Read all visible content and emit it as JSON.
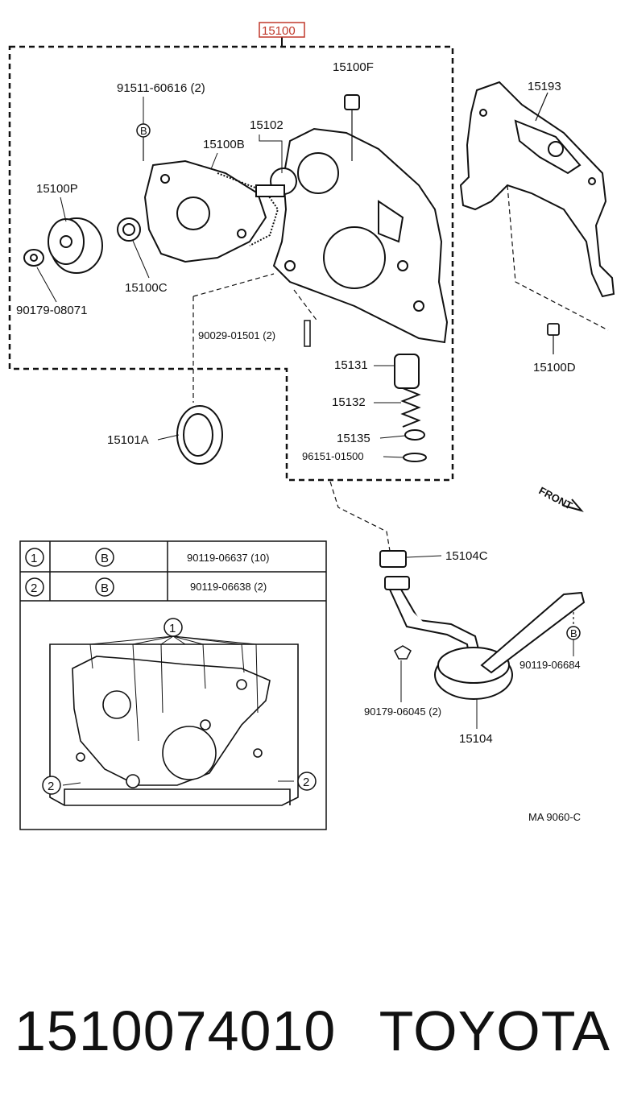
{
  "labels": {
    "main_assembly": "15100",
    "bolt_top": "91511-60616 (2)",
    "part_15100F": "15100F",
    "part_15193": "15193",
    "part_15102": "15102",
    "part_15100B": "15100B",
    "part_15100P": "15100P",
    "part_90179_08071": "90179-08071",
    "part_15100C": "15100C",
    "part_90029": "90029-01501 (2)",
    "part_15100D": "15100D",
    "part_15131": "15131",
    "part_15132": "15132",
    "part_15101A": "15101A",
    "part_15135": "15135",
    "part_96151": "96151-01500",
    "front": "FRONT",
    "part_15104C": "15104C",
    "part_90119_06684": "90119-06684",
    "part_90179_06045": "90179-06045 (2)",
    "part_15104": "15104",
    "code": "MA 9060-C"
  },
  "table": {
    "rows": [
      {
        "num": "1",
        "mark": "B",
        "part": "90119-06637 (10)"
      },
      {
        "num": "2",
        "mark": "B",
        "part": "90119-06638 (2)"
      }
    ]
  },
  "callouts": {
    "one": "1",
    "two": "2",
    "b_mark": "B"
  },
  "footer": {
    "part_number": "1510074010",
    "brand": "TOYOTA"
  }
}
